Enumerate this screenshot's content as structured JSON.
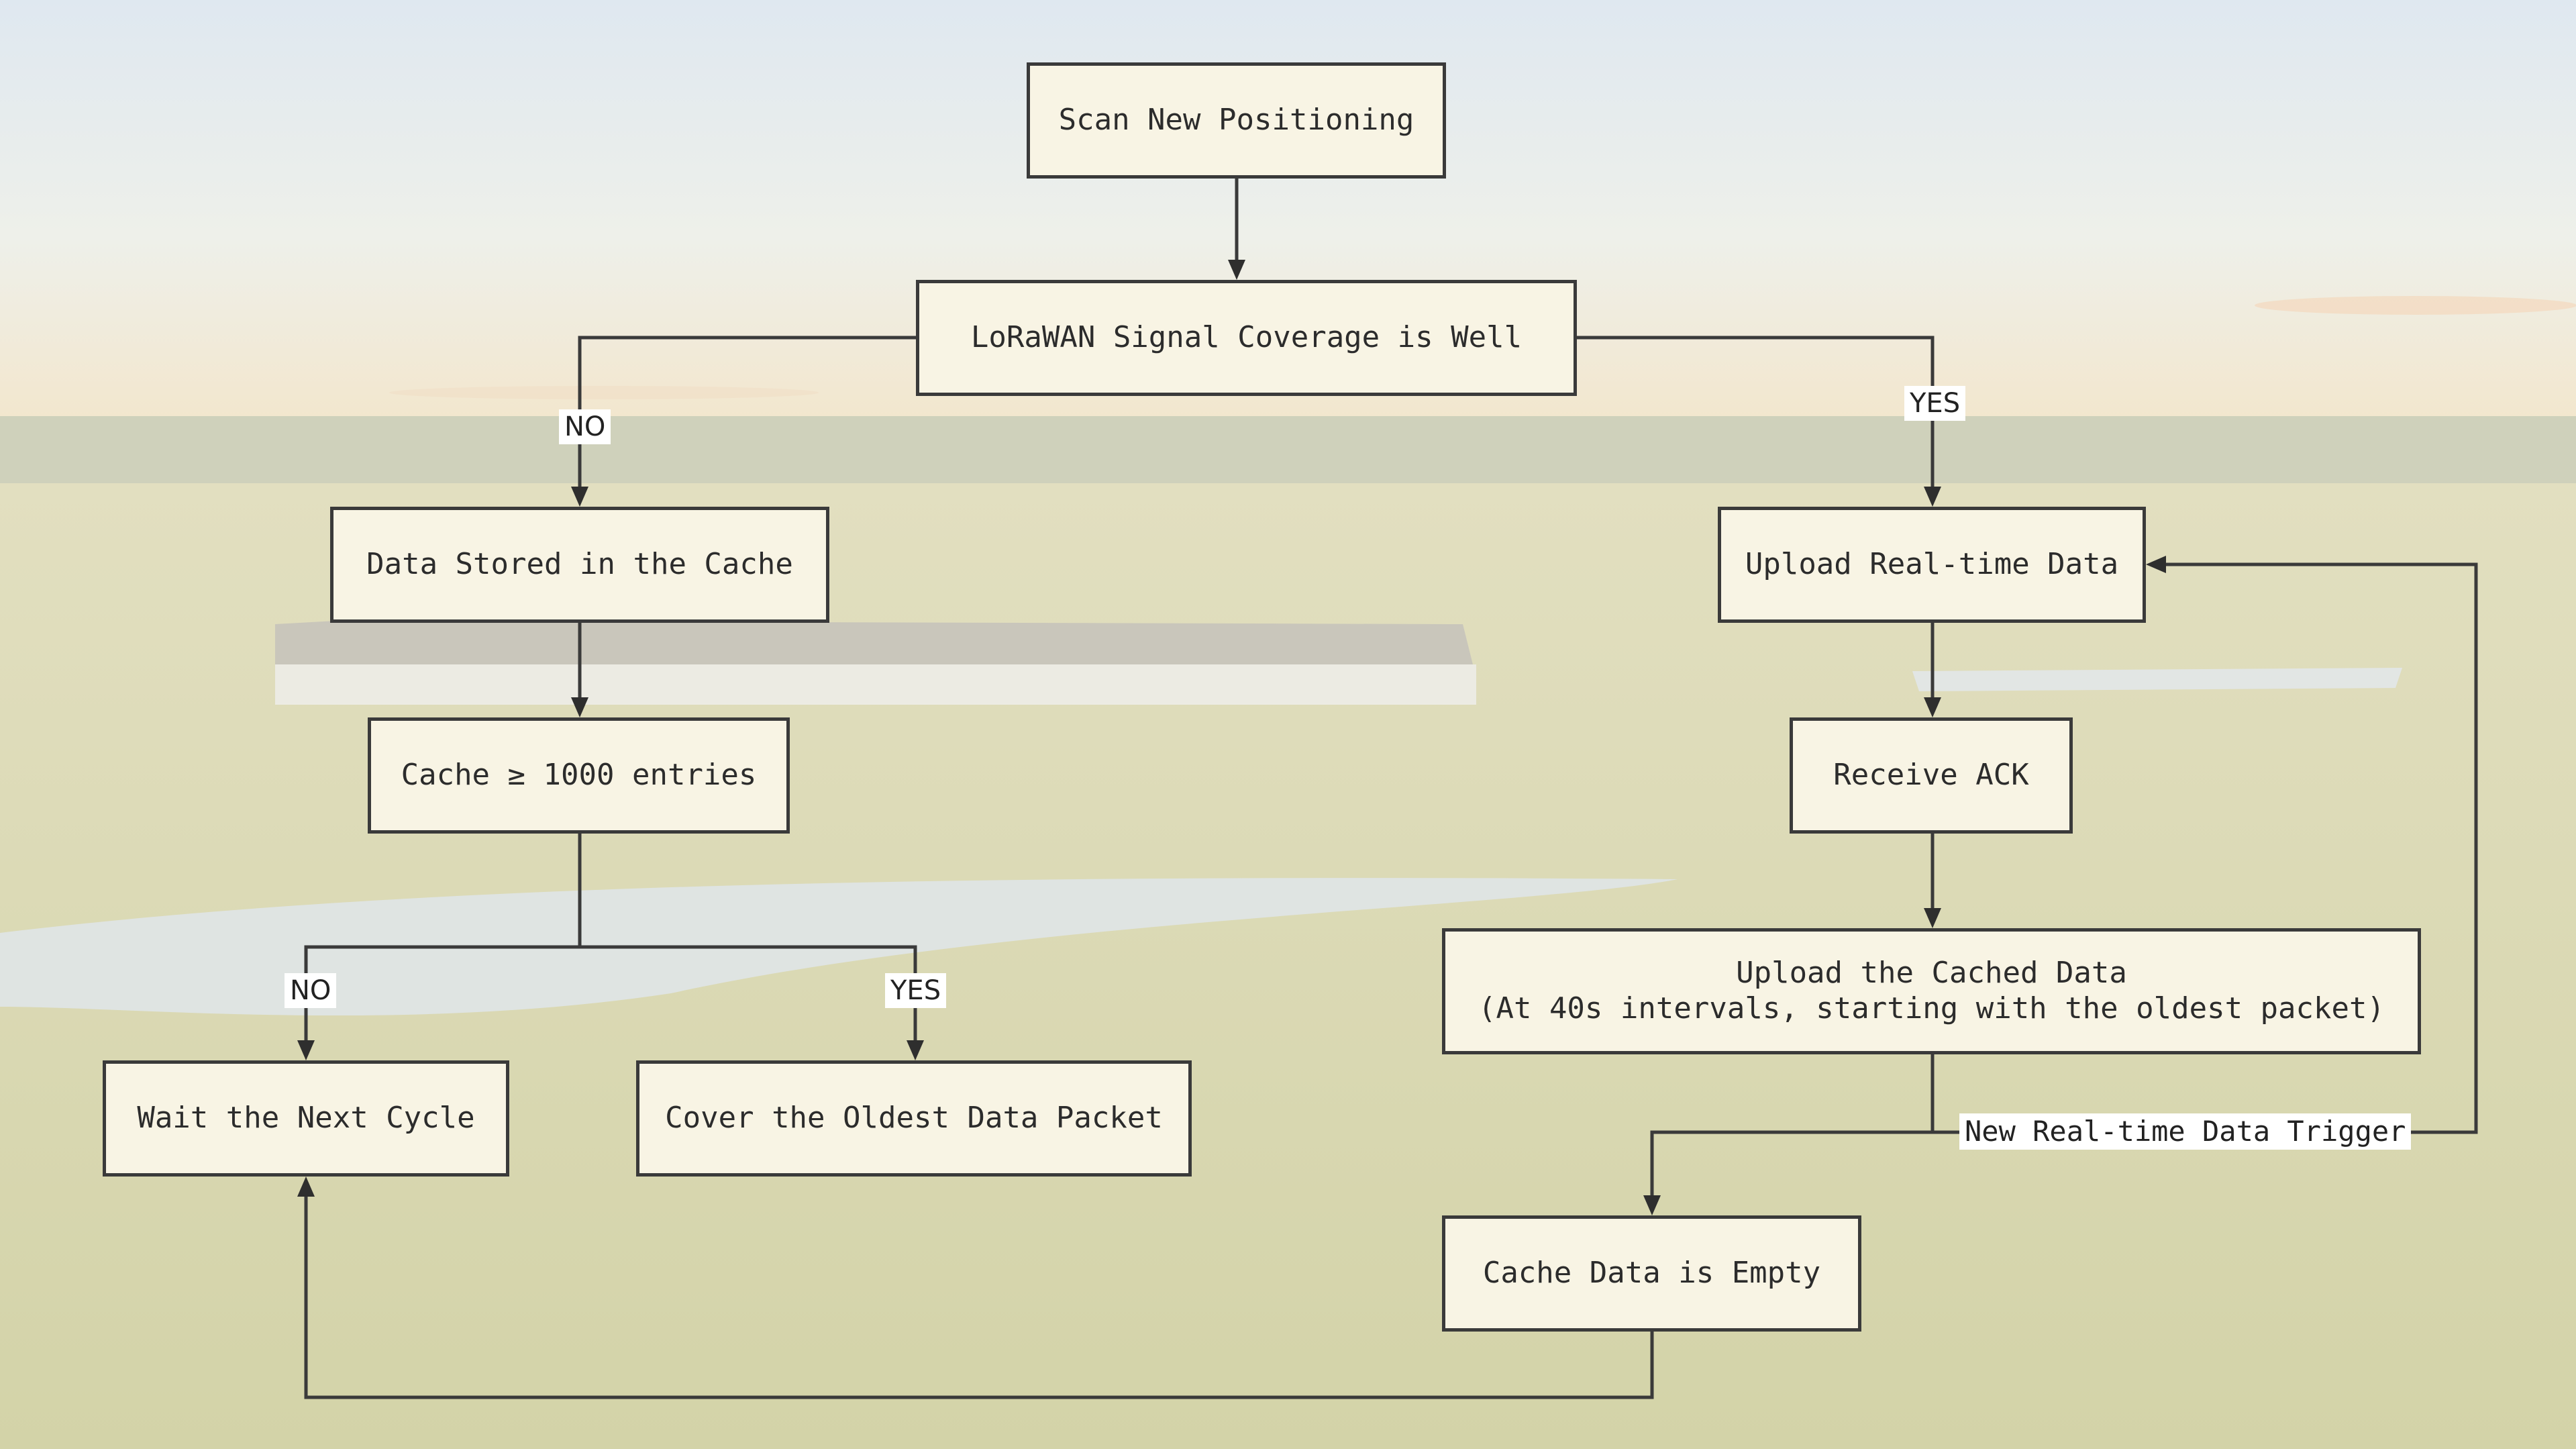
{
  "diagram": {
    "nodes": {
      "scan": "Scan New Positioning",
      "signal": "LoRaWAN Signal Coverage is Well",
      "cache_store": "Data Stored in the Cache",
      "upload_rt": "Upload Real-time Data",
      "cache_count": "Cache ≥ 1000 entries",
      "ack": "Receive ACK",
      "upload_cached_line1": "Upload the Cached Data",
      "upload_cached_line2": "(At 40s intervals, starting with the oldest packet)",
      "wait": "Wait the Next Cycle",
      "cover": "Cover the Oldest Data Packet",
      "empty": "Cache Data is Empty"
    },
    "edge_labels": {
      "signal_no": "NO",
      "signal_yes": "YES",
      "cache_no": "NO",
      "cache_yes": "YES",
      "trigger": "New Real-time Data Trigger"
    }
  },
  "colors": {
    "box_fill": "#f8f4e4",
    "line": "#3a3a3a",
    "sky_top": "#dfe8f0",
    "field": "#d9d6b0"
  }
}
